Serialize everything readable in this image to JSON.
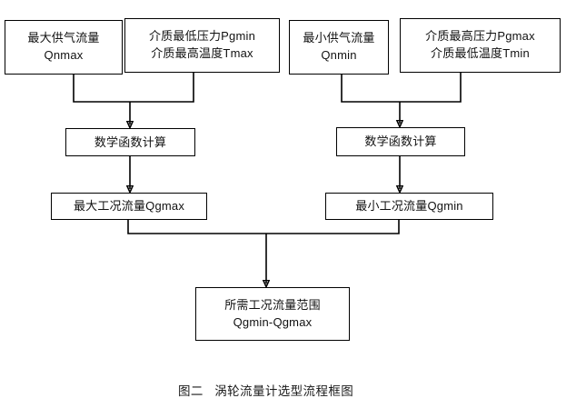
{
  "figure": {
    "caption": "图二   涡轮流量计选型流程框图",
    "background_color": "#ffffff",
    "line_color": "#000000",
    "text_color": "#111111"
  },
  "nodes": {
    "qnmax": {
      "line1": "最大供气流量",
      "line2": "Qnmax"
    },
    "pgmin_tmax": {
      "line1": "介质最低压力Pgmin",
      "line2": "介质最高温度Tmax"
    },
    "qnmin": {
      "line1": "最小供气流量",
      "line2": "Qnmin"
    },
    "pgmax_tmin": {
      "line1": "介质最高压力Pgmax",
      "line2": "介质最低温度Tmin"
    },
    "calc_left": {
      "line1": "数学函数计算"
    },
    "calc_right": {
      "line1": "数学函数计算"
    },
    "qgmax": {
      "line1": "最大工况流量Qgmax"
    },
    "qgmin": {
      "line1": "最小工况流量Qgmin"
    },
    "result": {
      "line1": "所需工况流量范围",
      "line2": "Qgmin-Qgmax"
    }
  }
}
